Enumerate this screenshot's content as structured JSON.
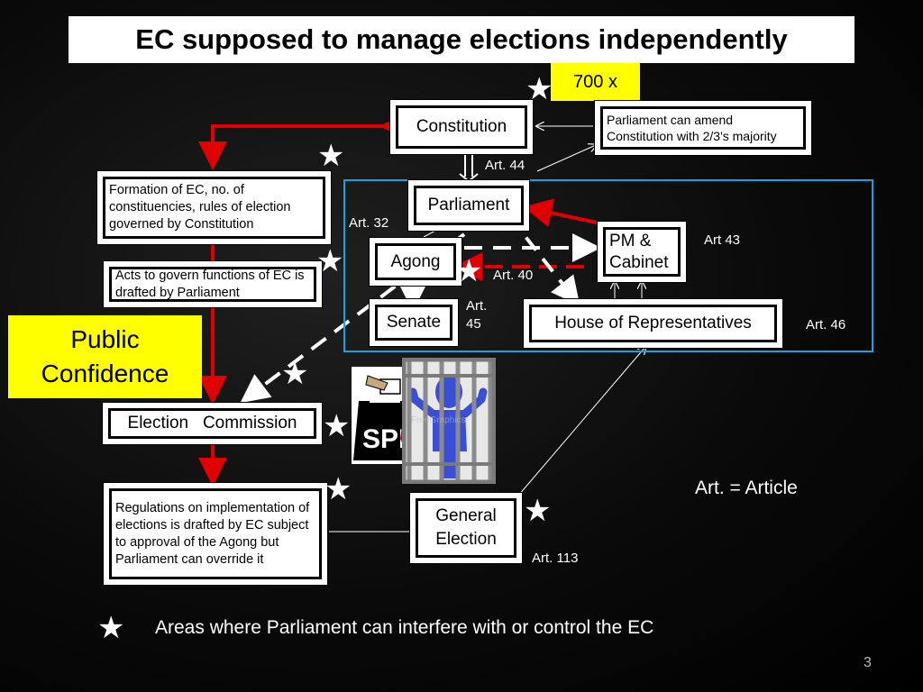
{
  "title": "EC supposed to manage elections independently",
  "tag": "700 x",
  "boxes": {
    "constitution": "Constitution",
    "amend": "Parliament can amend Constitution with 2/3's majority",
    "formation": "Formation of EC, no. of constituencies, rules of election governed by Constitution",
    "acts": "Acts to govern functions of EC is drafted by Parliament",
    "parliament": "Parliament",
    "agong": "Agong",
    "pm": "PM & Cabinet",
    "senate": "Senate",
    "house": "House of Representatives",
    "ec": "Election   Commission",
    "regulations": "Regulations on implementation of elections is drafted by EC subject to approval of the Agong but Parliament can override it",
    "general_election": "General Election"
  },
  "articles": {
    "art44": "Art. 44",
    "art32": "Art. 32",
    "art43": "Art 43",
    "art40": "Art. 40",
    "art45": "Art. 45",
    "art46": "Art. 46",
    "art113": "Art. 113"
  },
  "public_confidence": "Public\nConfidence",
  "art_definition": "Art. = Article",
  "legend": {
    "icon": "star-icon",
    "text": "Areas where Parliament can interfere with or control the EC"
  },
  "page_number": "3",
  "images": {
    "ballot_logo_text": "SPR",
    "jail_watermark": "FreeGraphics"
  },
  "colors": {
    "highlight_yellow": "#ffff00",
    "arrow_red": "#e00000",
    "frame_blue": "#1ea0dc"
  }
}
